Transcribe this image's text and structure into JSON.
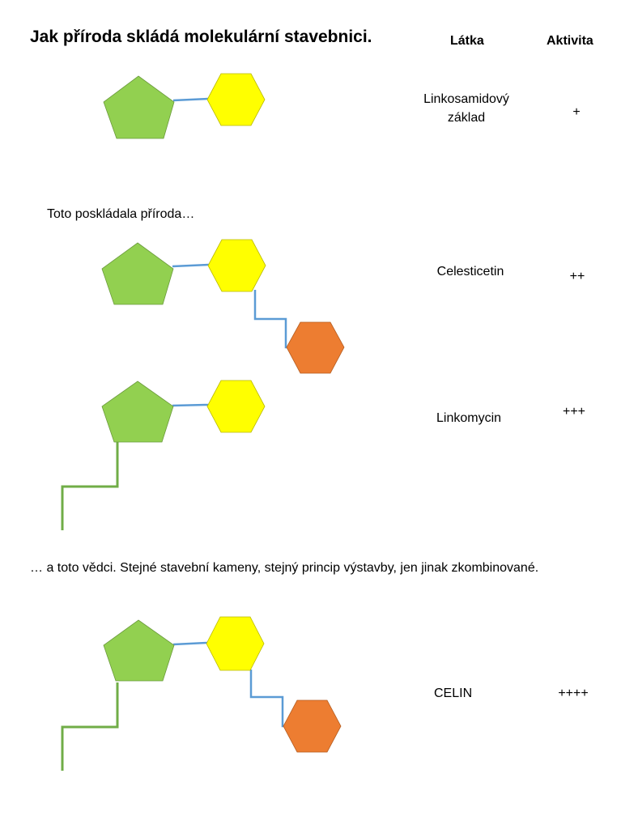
{
  "title": "Jak příroda skládá molekulární stavebnici.",
  "headers": {
    "substance": "Látka",
    "activity": "Aktivita"
  },
  "captions": {
    "nature": "Toto poskládala příroda…",
    "scientists": "… a toto vědci. Stejné stavební kameny, stejný princip výstavby, jen jinak zkombinované."
  },
  "rows": [
    {
      "substance_lines": [
        "Linkosamidový",
        "základ"
      ],
      "activity": "+"
    },
    {
      "substance": "Celesticetin",
      "activity": "++"
    },
    {
      "substance": "Linkomycin",
      "activity": "+++"
    },
    {
      "substance": "CELIN",
      "activity": "++++"
    }
  ],
  "colors": {
    "pentagon": "#92d050",
    "hexagon": "#ffff00",
    "orange_hexagon": "#ed7d31",
    "blue_link": "#5b9bd5",
    "green_link": "#70ad47"
  }
}
